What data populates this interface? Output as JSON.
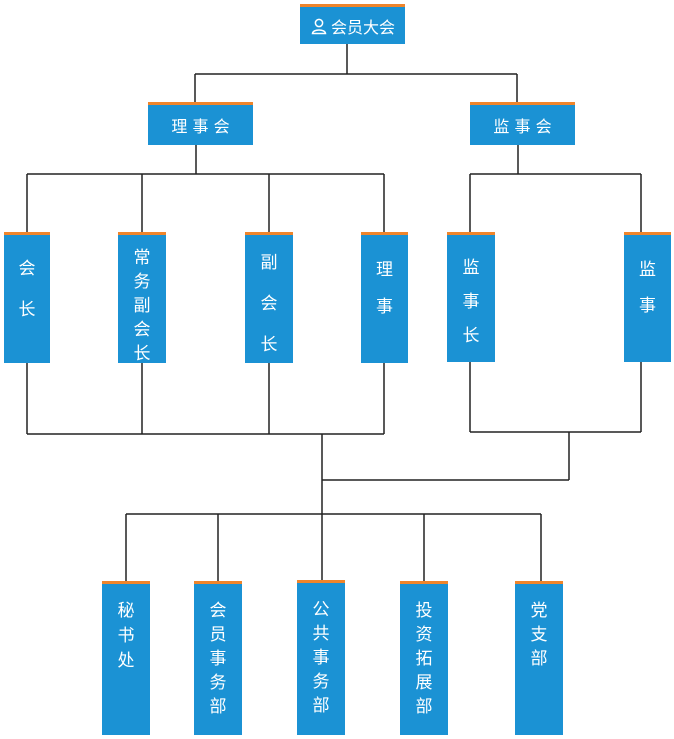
{
  "colors": {
    "box": "#1B92D4",
    "box_top": "#F0852B",
    "line": "#222222",
    "text": "#FFFFFF"
  },
  "root": {
    "label": "会员大会",
    "icon": "person-icon"
  },
  "level1": [
    "理 事 会",
    "监 事 会"
  ],
  "council_members": [
    "会长",
    "常务副会长",
    "副会长",
    "理事"
  ],
  "supervisory_members": [
    "监事长",
    "监事"
  ],
  "departments": [
    "秘书处",
    "会员事务部",
    "公共事务部",
    "投资拓展部",
    "党支部"
  ]
}
